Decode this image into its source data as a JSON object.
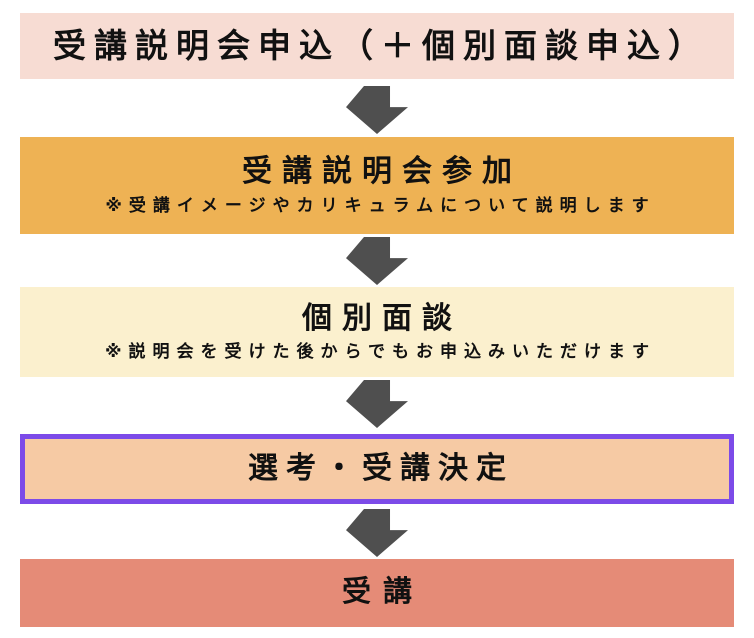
{
  "flow": {
    "arrow_color": "#4f4f4f",
    "text_color": "#111111",
    "steps": [
      {
        "title": "受講説明会申込（＋個別面談申込）",
        "note": "",
        "bg": "#f7dcd3"
      },
      {
        "title": "受講説明会参加",
        "note": "※受講イメージやカリキュラムについて説明します",
        "bg": "#eeb254"
      },
      {
        "title": "個別面談",
        "note": "※説明会を受けた後からでもお申込みいただけます",
        "bg": "#fbf0ce"
      },
      {
        "title": "選考・受講決定",
        "note": "",
        "bg": "#f6caa4",
        "border_color": "#7c4be8"
      },
      {
        "title": "受講",
        "note": "",
        "bg": "#e58b77"
      }
    ]
  }
}
